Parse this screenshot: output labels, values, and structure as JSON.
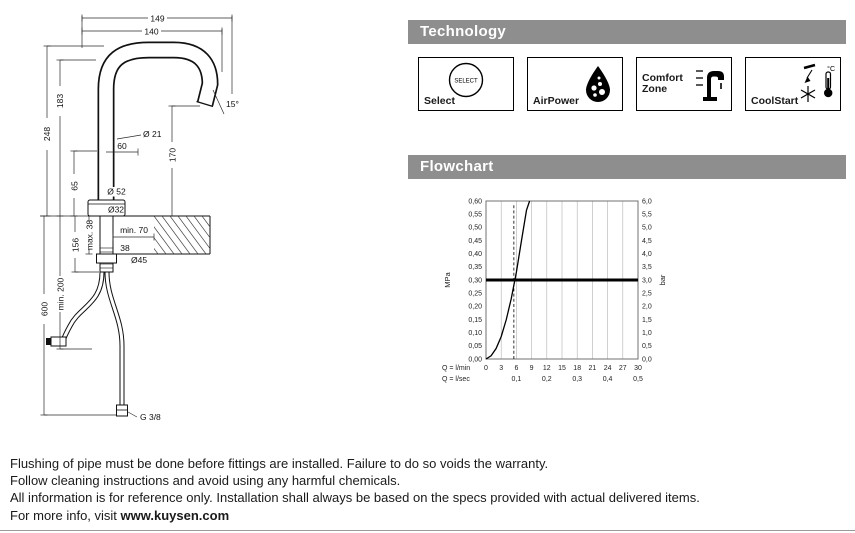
{
  "drawing": {
    "dims": {
      "w149": "149",
      "w140": "140",
      "h248": "248",
      "h183": "183",
      "a15": "15°",
      "d21": "Ø 21",
      "l60": "60",
      "h170": "170",
      "h65": "65",
      "d52": "Ø 52",
      "d32": "Ø32",
      "min70": "min. 70",
      "max38": "max. 38",
      "h156": "156",
      "l38": "38",
      "d45": "Ø45",
      "min200": "min. 200",
      "h600": "600",
      "g38": "G 3/8"
    }
  },
  "technology": {
    "header": "Technology",
    "badges": [
      {
        "label": "Select",
        "icon": "select-circle",
        "icon_text": "SELECT"
      },
      {
        "label": "AirPower",
        "icon": "airpower-drop"
      },
      {
        "label": "Comfort Zone",
        "icon": "comfortzone-faucet"
      },
      {
        "label": "CoolStart",
        "icon": "coolstart-thermometer",
        "icon_text": "°C"
      }
    ]
  },
  "flowchart": {
    "header": "Flowchart"
  },
  "chart_data": {
    "type": "line",
    "title": "Flowchart",
    "xlabel_primary": "Q = l/min",
    "xlabel_secondary": "Q = l/sec",
    "ylabel_left": "MPa",
    "ylabel_right": "bar",
    "xlim": [
      0,
      30
    ],
    "ylim": [
      0,
      0.6
    ],
    "grid": "vertical",
    "legend": "none",
    "x_ticks_lmin": [
      0,
      3,
      6,
      9,
      12,
      15,
      18,
      21,
      24,
      27,
      30
    ],
    "x_ticks_lsec": [
      "0,1",
      "0,2",
      "0,3",
      "0,4",
      "0,5"
    ],
    "y_ticks_mpa": [
      "0,60",
      "0,55",
      "0,50",
      "0,45",
      "0,40",
      "0,35",
      "0,30",
      "0,25",
      "0,20",
      "0,15",
      "0,10",
      "0,05",
      "0,00"
    ],
    "y_ticks_bar": [
      "6,0",
      "5,5",
      "5,0",
      "4,5",
      "4,0",
      "3,5",
      "3,0",
      "2,5",
      "2,0",
      "1,5",
      "1,0",
      "0,5",
      "0,0"
    ],
    "reference_line_mpa": 0.3,
    "dashed_line_lmin": 5.5,
    "curve_points": [
      [
        0,
        0
      ],
      [
        1,
        0.012
      ],
      [
        2,
        0.04
      ],
      [
        3,
        0.085
      ],
      [
        4,
        0.15
      ],
      [
        5,
        0.23
      ],
      [
        6,
        0.33
      ],
      [
        7,
        0.45
      ],
      [
        8,
        0.565
      ],
      [
        8.6,
        0.6
      ]
    ]
  },
  "footer": {
    "line1": "Flushing of pipe must be done before fittings are installed. Failure to do so voids the warranty.",
    "line2": "Follow cleaning instructions and avoid using any harmful chemicals.",
    "line3": "All information is for reference only. Installation shall always be based on the specs provided with actual delivered items.",
    "line4_prefix": "For more info, visit ",
    "line4_url": "www.kuysen.com"
  }
}
